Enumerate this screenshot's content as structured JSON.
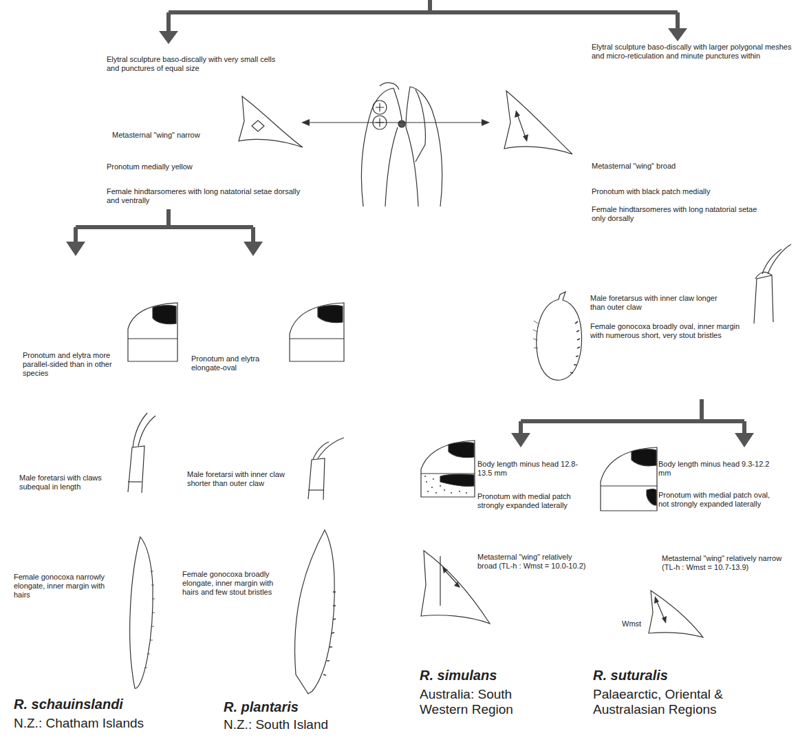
{
  "diagram": {
    "labels": [
      "Elytral sculpture baso-discally with very small cells and punctures of equal size",
      "Metasternal \"wing\" narrow",
      "Pronotum medially yellow",
      "Female hindtarsomeres with long natatorial setae dorsally and ventrally",
      "Elytral sculpture baso-discally with larger polygonal meshes and micro-reticulation and minute punctures within",
      "Metasternal \"wing\" broad",
      "Pronotum with black patch medially",
      "Female hindtarsomeres with long natatorial setae only dorsally",
      "Male foretarsus with inner claw longer than outer claw",
      "Female gonocoxa broadly oval, inner margin with numerous short, very stout bristles",
      "Pronotum and elytra more parallel-sided than in other species",
      "Pronotum and elytra elongate-oval",
      "Male foretarsi with claws subequal in length",
      "Male foretarsi with inner claw shorter than outer claw",
      "Female gonocoxa narrowly elongate, inner margin with hairs",
      "Female gonocoxa broadly elongate, inner margin with hairs and few stout bristles",
      "R. schauinslandi",
      "N.Z.: Chatham Islands",
      "R. plantaris",
      "N.Z.: South Island",
      "Body length minus head 12.8-13.5 mm",
      "Pronotum with medial patch strongly expanded laterally",
      "Metasternal \"wing\" relatively broad (TL-h : Wmst = 10.0-10.2)",
      "Body length minus head 9.3-12.2 mm",
      "Pronotum with medial patch oval, not strongly expanded laterally",
      "Metasternal \"wing\" relatively narrow (TL-h : Wmst = 10.7-13.9)",
      "Wmst",
      "R. simulans",
      "Australia: South Western Region",
      "R. suturalis",
      "Palaearctic, Oriental & Australasian Regions"
    ]
  }
}
